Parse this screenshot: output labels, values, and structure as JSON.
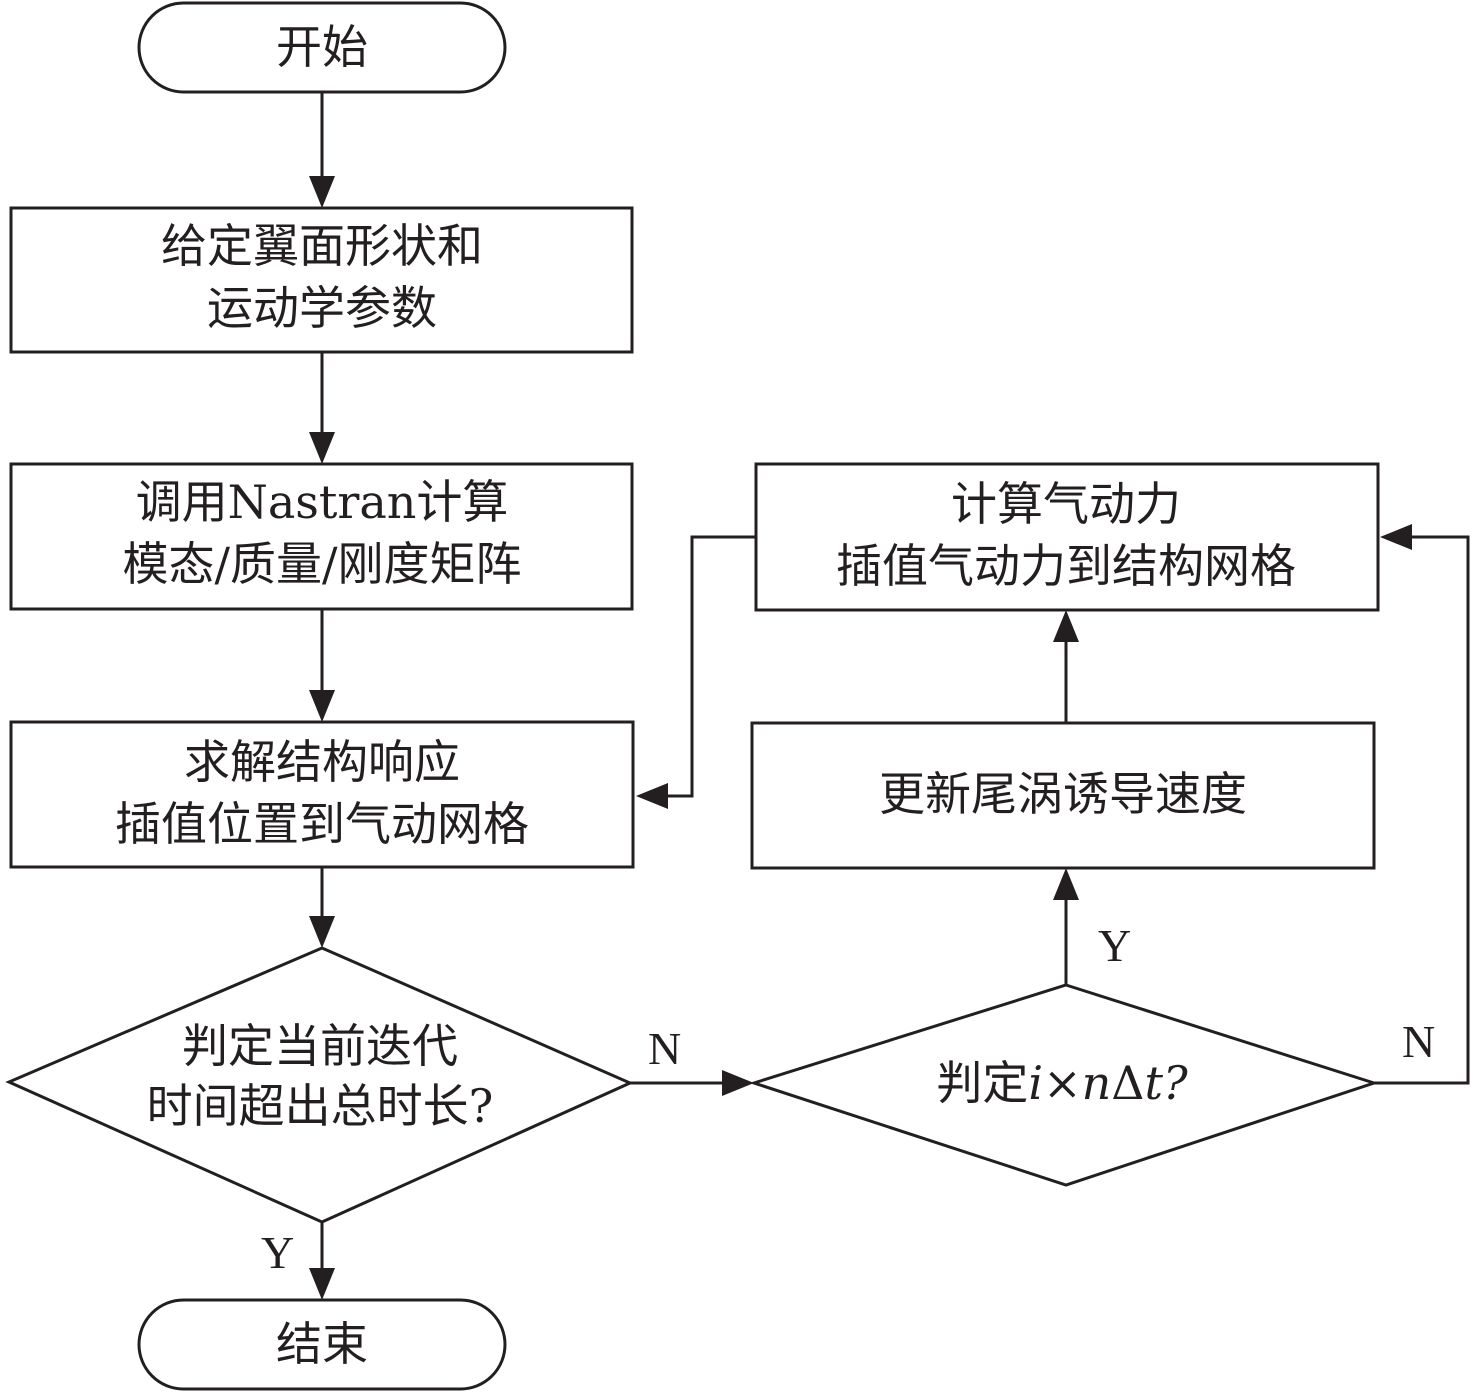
{
  "nodes": {
    "start": {
      "lines": [
        "开始"
      ]
    },
    "input_params": {
      "lines": [
        "给定翼面形状和",
        "运动学参数"
      ]
    },
    "nastran": {
      "lines": [
        "调用Nastran计算",
        "模态/质量/刚度矩阵"
      ]
    },
    "solve_structure": {
      "lines": [
        "求解结构响应",
        "插值位置到气动网格"
      ]
    },
    "check_total_time": {
      "lines": [
        "判定当前迭代",
        "时间超出总时长?"
      ]
    },
    "end": {
      "lines": [
        "结束"
      ]
    },
    "aero_force": {
      "lines": [
        "计算气动力",
        "插值气动力到结构网格"
      ]
    },
    "update_wake": {
      "lines": [
        "更新尾涡诱导速度"
      ]
    },
    "check_step": {
      "prefix": "判定",
      "i": "i",
      "times": "×",
      "n": "n",
      "delta": "Δ",
      "t": "t",
      "q": "?"
    }
  },
  "edge_labels": {
    "total_time_no": "N",
    "total_time_yes": "Y",
    "step_yes": "Y",
    "step_no": "N"
  },
  "colors": {
    "stroke": "#231f20",
    "background": "#ffffff"
  }
}
